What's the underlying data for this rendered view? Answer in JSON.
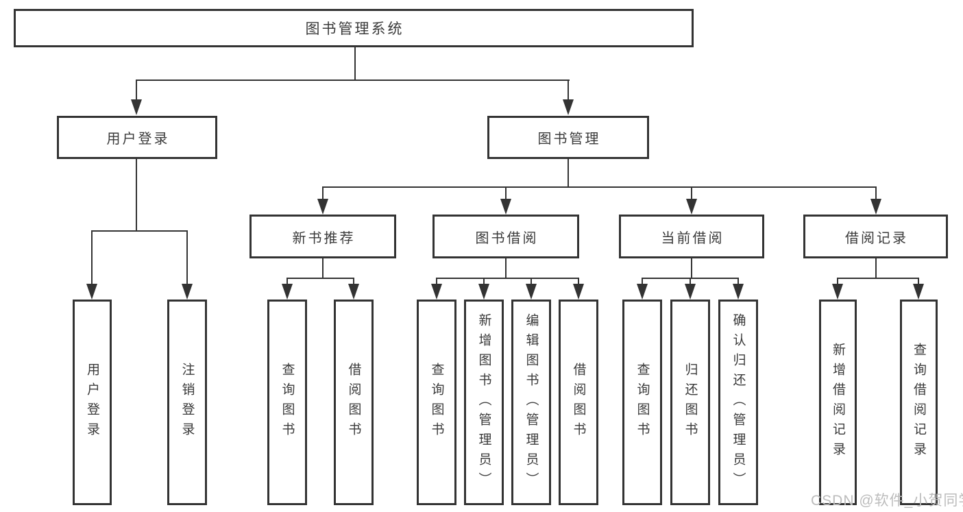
{
  "colors": {
    "line": "#333333",
    "text": "#3a3a3a",
    "background": "#ffffff",
    "watermark": "#bcbcbc"
  },
  "watermark": "CSDN @软件_小贺同学",
  "tree": {
    "label": "图书管理系统",
    "children": [
      {
        "label": "用户登录",
        "children": [
          {
            "label": "用户登录"
          },
          {
            "label": "注销登录"
          }
        ]
      },
      {
        "label": "图书管理",
        "children": [
          {
            "label": "新书推荐",
            "children": [
              {
                "label": "查询图书"
              },
              {
                "label": "借阅图书"
              }
            ]
          },
          {
            "label": "图书借阅",
            "children": [
              {
                "label": "查询图书"
              },
              {
                "label": "新增图书（管理员）"
              },
              {
                "label": "编辑图书（管理员）"
              },
              {
                "label": "借阅图书"
              }
            ]
          },
          {
            "label": "当前借阅",
            "children": [
              {
                "label": "查询图书"
              },
              {
                "label": "归还图书"
              },
              {
                "label": "确认归还（管理员）"
              }
            ]
          },
          {
            "label": "借阅记录",
            "children": [
              {
                "label": "新增借阅记录"
              },
              {
                "label": "查询借阅记录"
              }
            ]
          }
        ]
      }
    ]
  }
}
